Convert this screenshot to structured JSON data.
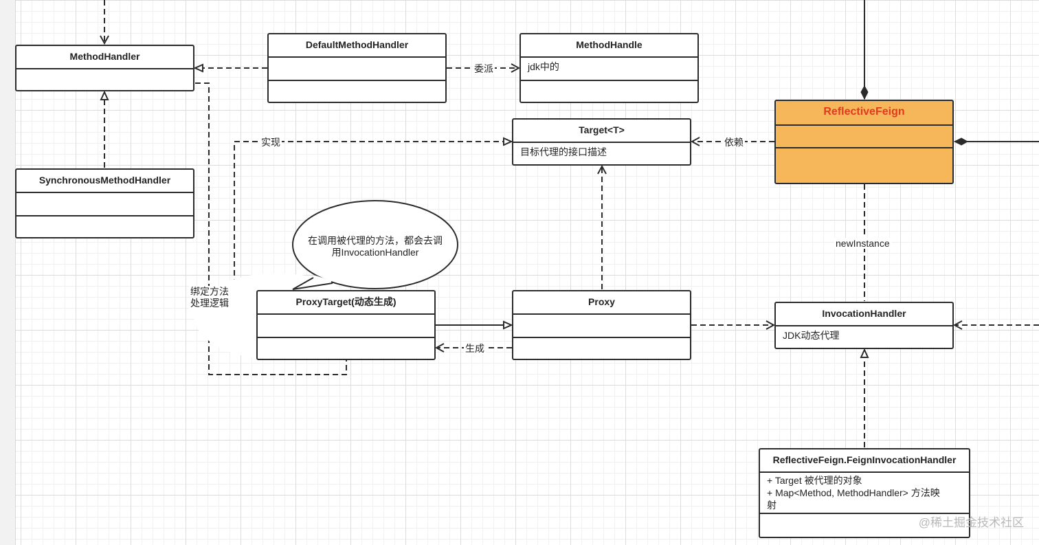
{
  "classes": {
    "method_handler": {
      "name": "MethodHandler"
    },
    "default_method_handler": {
      "name": "DefaultMethodHandler"
    },
    "method_handle": {
      "name": "MethodHandle",
      "attr": "jdk中的"
    },
    "synchronous_method_handler": {
      "name": "SynchronousMethodHandler"
    },
    "target": {
      "name": "Target<T>",
      "attr": "目标代理的接口描述"
    },
    "reflective_feign": {
      "name": "ReflectiveFeign"
    },
    "proxy_target": {
      "name": "ProxyTarget(动态生成)"
    },
    "proxy": {
      "name": "Proxy"
    },
    "invocation_handler": {
      "name": "InvocationHandler",
      "attr": "JDK动态代理"
    },
    "feign_invocation_handler": {
      "name": "ReflectiveFeign.FeignInvocationHandler",
      "attr_line1": "+ Target 被代理的对象",
      "attr_line2": "+ Map<Method, MethodHandler> 方法映",
      "attr_line3": "射"
    }
  },
  "edge_labels": {
    "delegate": "委派",
    "implement": "实现",
    "depend": "依赖",
    "new_instance": "newInstance",
    "bind_line1": "绑定方法",
    "bind_line2": "处理逻辑",
    "generate": "生成"
  },
  "note": {
    "line1": "在调用被代理的方法，都会去调",
    "line2": "用InvocationHandler"
  },
  "watermark": "@稀土掘金技术社区",
  "colors": {
    "highlight_fill": "#f5b75a",
    "highlight_title": "#e23a1f",
    "line": "#2b2b2b"
  }
}
